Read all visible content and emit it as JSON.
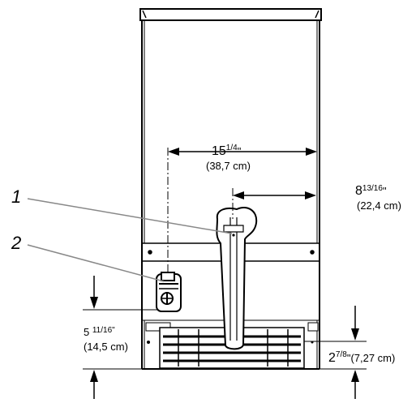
{
  "callouts": {
    "one": "1",
    "two": "2"
  },
  "dimensions": {
    "width_top": {
      "whole": "15",
      "frac": "1/4",
      "inch": "\"",
      "metric": "(38,7 cm)"
    },
    "width_side": {
      "whole": "8",
      "frac": "13/16",
      "inch": "\"",
      "metric": "(22,4 cm)"
    },
    "height_left": {
      "whole": "5 ",
      "frac": "11/16",
      "inch": "\"",
      "metric": "(14,5 cm)"
    },
    "height_right": {
      "whole": "2",
      "frac": "7/8",
      "inch": "\"",
      "metric": "(7,27 cm)"
    }
  },
  "colors": {
    "line": "#000000",
    "leader": "#888888"
  }
}
